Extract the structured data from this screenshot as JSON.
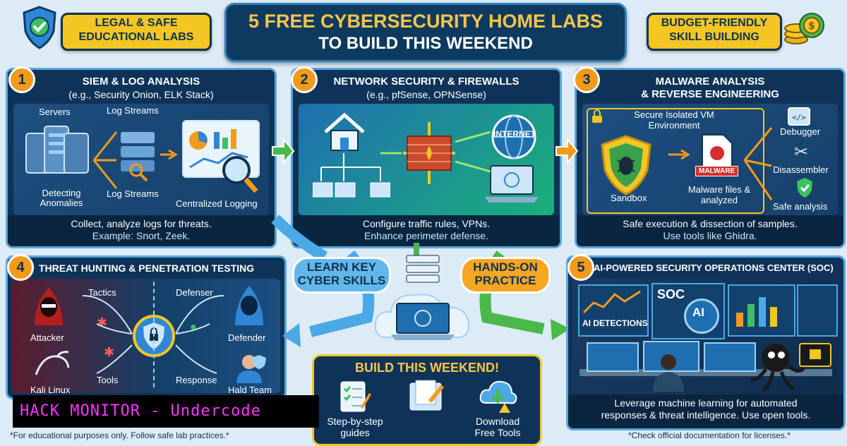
{
  "header": {
    "title_line1": "5 FREE CYBERSECURITY HOME LABS",
    "title_line2": "TO BUILD THIS WEEKEND",
    "left_badge": "LEGAL & SAFE EDUCATIONAL LABS",
    "right_badge": "BUDGET-FRIENDLY SKILL BUILDING"
  },
  "labs": [
    {
      "number": "1",
      "title": "SIEM & LOG ANALYSIS",
      "subtitle": "(e.g., Security Onion, ELK Stack)",
      "labels": [
        "Servers",
        "Log Streams",
        "Log Streams",
        "Detecting Anomalies",
        "Centralized Logging"
      ],
      "footer1": "Collect, analyze logs for threats.",
      "footer2": "Example: Snort, Zeek."
    },
    {
      "number": "2",
      "title": "NETWORK SECURITY & FIREWALLS",
      "subtitle": "(e.g., pfSense, OPNSense)",
      "labels": [
        "INTERNET"
      ],
      "footer1": "Configure traffic rules, VPNs.",
      "footer2": "Enhance perimeter defense."
    },
    {
      "number": "3",
      "title": "MALWARE ANALYSIS",
      "subtitle": "& REVERSE ENGINEERING",
      "labels": [
        "Secure Isolated VM Environment",
        "Debugger",
        "Disassembler",
        "Safe analysis",
        "Sandbox",
        "Malware files & analyzed",
        "MALWARE"
      ],
      "footer1": "Safe execution & dissection of samples.",
      "footer2": "Use tools like Ghidra."
    },
    {
      "number": "4",
      "title": "THREAT HUNTING & PENETRATION TESTING",
      "labels": [
        "Tactics",
        "Defenser",
        "Attacker",
        "Defender",
        "Tools",
        "Response",
        "Kali Linux",
        "Hald Team"
      ]
    },
    {
      "number": "5",
      "title": "AI-POWERED SECURITY OPERATIONS CENTER (SOC)",
      "labels": [
        "AI DETECTIONS",
        "SOC",
        "AI"
      ],
      "footer1": "Leverage machine learning for automated",
      "footer2": "responses & threat intelligence. Use open tools."
    }
  ],
  "center": {
    "learn": "LEARN KEY CYBER SKILLS",
    "practice": "HANDS-ON PRACTICE"
  },
  "build": {
    "title": "BUILD THIS WEEKEND!",
    "items": [
      "Step-by-step guides",
      "Download Free Tools"
    ]
  },
  "footer": {
    "left_note": "*For educational purposes only. Follow safe lab practices.*",
    "right_note": "*Check official documentation for licenses.*",
    "watermark": "HACK MONITOR - Undercode"
  },
  "colors": {
    "navy": "#0f3358",
    "accent_orange": "#f39a1d",
    "accent_yellow": "#f3c623",
    "watermark_text": "#ff33ff"
  }
}
